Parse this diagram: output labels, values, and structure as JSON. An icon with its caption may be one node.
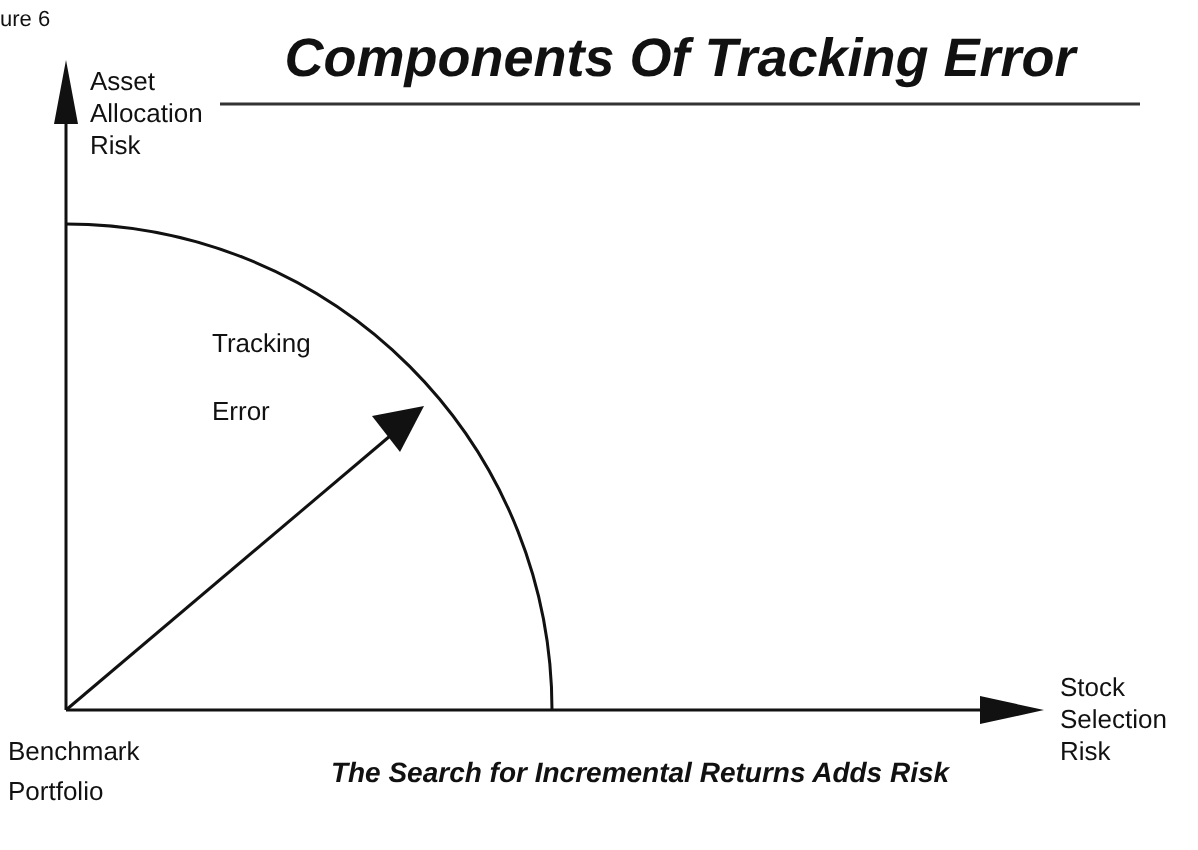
{
  "diagram": {
    "title": "Components Of Tracking Error",
    "caption": "The Search for Incremental Returns Adds Risk",
    "labels": [
      "ure 6",
      "Asset Allocation Risk",
      "Tracking Error",
      "Benchmark Portfolio",
      "Stock Selection Risk"
    ]
  }
}
